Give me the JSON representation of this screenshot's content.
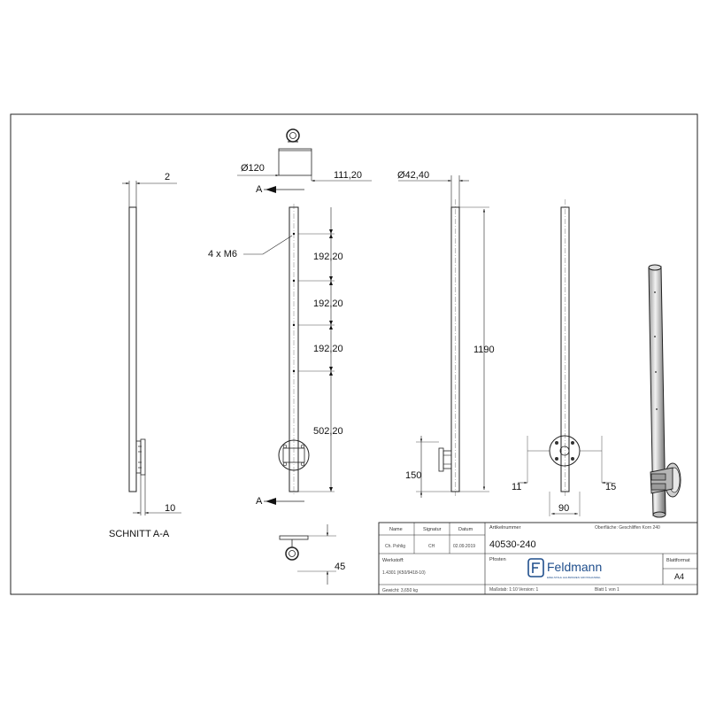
{
  "dims": {
    "top_diameter": "Ø120",
    "top_offset": "111,20",
    "tube_diameter": "Ø42,40",
    "thickness": "2",
    "bottom_10": "10",
    "holes": "4 x M6",
    "spacing_1": "192,20",
    "spacing_2": "192,20",
    "spacing_3": "192,20",
    "spacing_4": "502,20",
    "height": "1190",
    "plate_150": "150",
    "side_11": "11",
    "side_15": "15",
    "width_90": "90",
    "bottom_45": "45",
    "section_a_top": "A",
    "section_a_bottom": "A",
    "section_label": "SCHNITT A-A"
  },
  "title_block": {
    "col_name": "Name",
    "col_signature": "Signatur",
    "col_date": "Datum",
    "name": "Ch. Pohlig",
    "signature": "CH",
    "date": "02.09.2019",
    "werkstoff_label": "Werkstoff:",
    "werkstoff": "1.4301 (K50/9418-10)",
    "gewicht": "Gewicht: 3,650 kg",
    "artikel_label": "Artikelnummer",
    "oberflaeche": "Oberfläche: Geschliffen Korn 240",
    "artikel": "40530-240",
    "benennung_label": "Pfosten",
    "logo": "Feldmann",
    "logo_sub": "EDELSTAHL HALBWAREN GROSSHANDEL",
    "blattformat_label": "Blattformat",
    "blattformat": "A4",
    "massstab": "Maßstab: 1:10",
    "version": "Version: 1",
    "blatt": "Blatt 1 von 1"
  }
}
